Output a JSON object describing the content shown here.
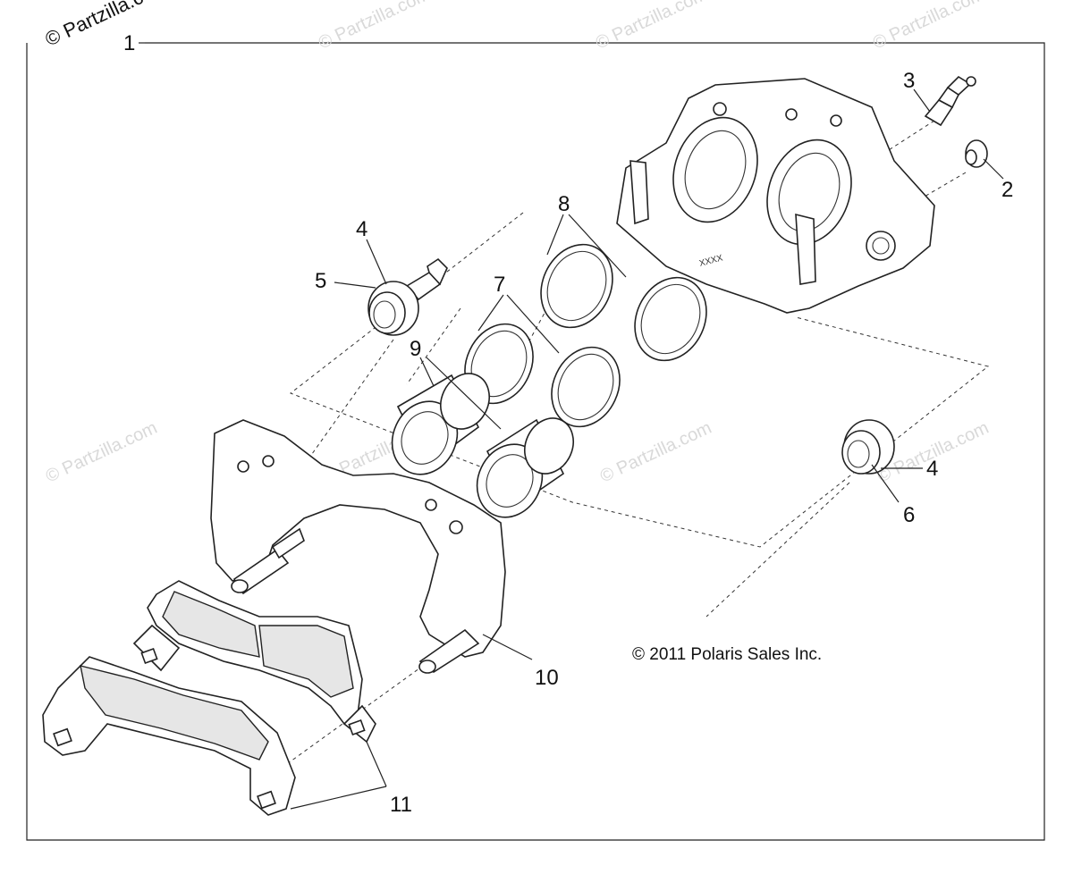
{
  "watermark": {
    "top_left": "© Partzilla.c",
    "repeat": "© Partzilla.com"
  },
  "copyright": "© 2011 Polaris Sales Inc.",
  "callouts": {
    "c1": "1",
    "c2": "2",
    "c3": "3",
    "c4a": "4",
    "c4b": "4",
    "c5": "5",
    "c6": "6",
    "c7": "7",
    "c8": "8",
    "c9": "9",
    "c10": "10",
    "c11": "11"
  },
  "caliper_marking": "XXXX"
}
